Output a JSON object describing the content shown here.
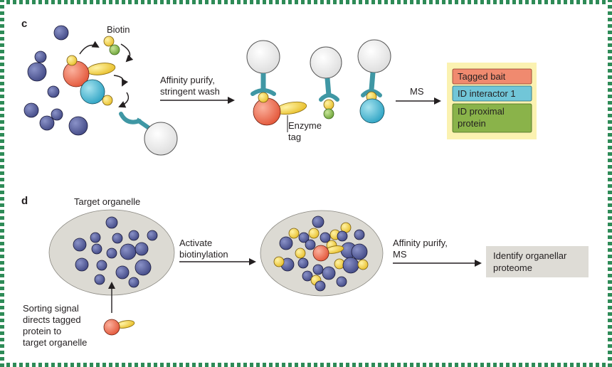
{
  "panel_c": {
    "panel_label": "c",
    "biotin_label": "Biotin",
    "step1_lines": [
      "Affinity purify,",
      "stringent wash"
    ],
    "enzyme_tag_lines": [
      "Enzyme",
      "tag"
    ],
    "ms_label": "MS",
    "legend": [
      {
        "text": "Tagged bait",
        "color": "#f08a6f"
      },
      {
        "text": "ID interactor 1",
        "color": "#71c6d8"
      },
      {
        "text": "ID proximal protein",
        "lines": [
          "ID proximal",
          "protein"
        ],
        "color": "#8ab34a"
      }
    ]
  },
  "panel_d": {
    "panel_label": "d",
    "target_organelle_label": "Target organelle",
    "activate_lines": [
      "Activate",
      "biotinylation"
    ],
    "affinity_lines": [
      "Affinity purify,",
      "MS"
    ],
    "result_lines": [
      "Identify organellar",
      "proteome"
    ],
    "sorting_lines": [
      "Sorting signal",
      "directs tagged",
      "protein to",
      "target organelle"
    ]
  },
  "colors": {
    "frame": "#2e8b57",
    "protein_blue": "#4f5796",
    "bait_red": "#ec6a4f",
    "interactor_cyan": "#4fb9d2",
    "biotin_yellow": "#f2d14b",
    "proximal_green": "#8fbf4f",
    "tag_yellow": "#f2c531",
    "bead_white": "#f4f4f4",
    "antibody_teal": "#3f97a4",
    "organelle_gray": "#dcdad3",
    "legend_bg": "#fbf2b1",
    "result_bg": "#dedcd6"
  }
}
